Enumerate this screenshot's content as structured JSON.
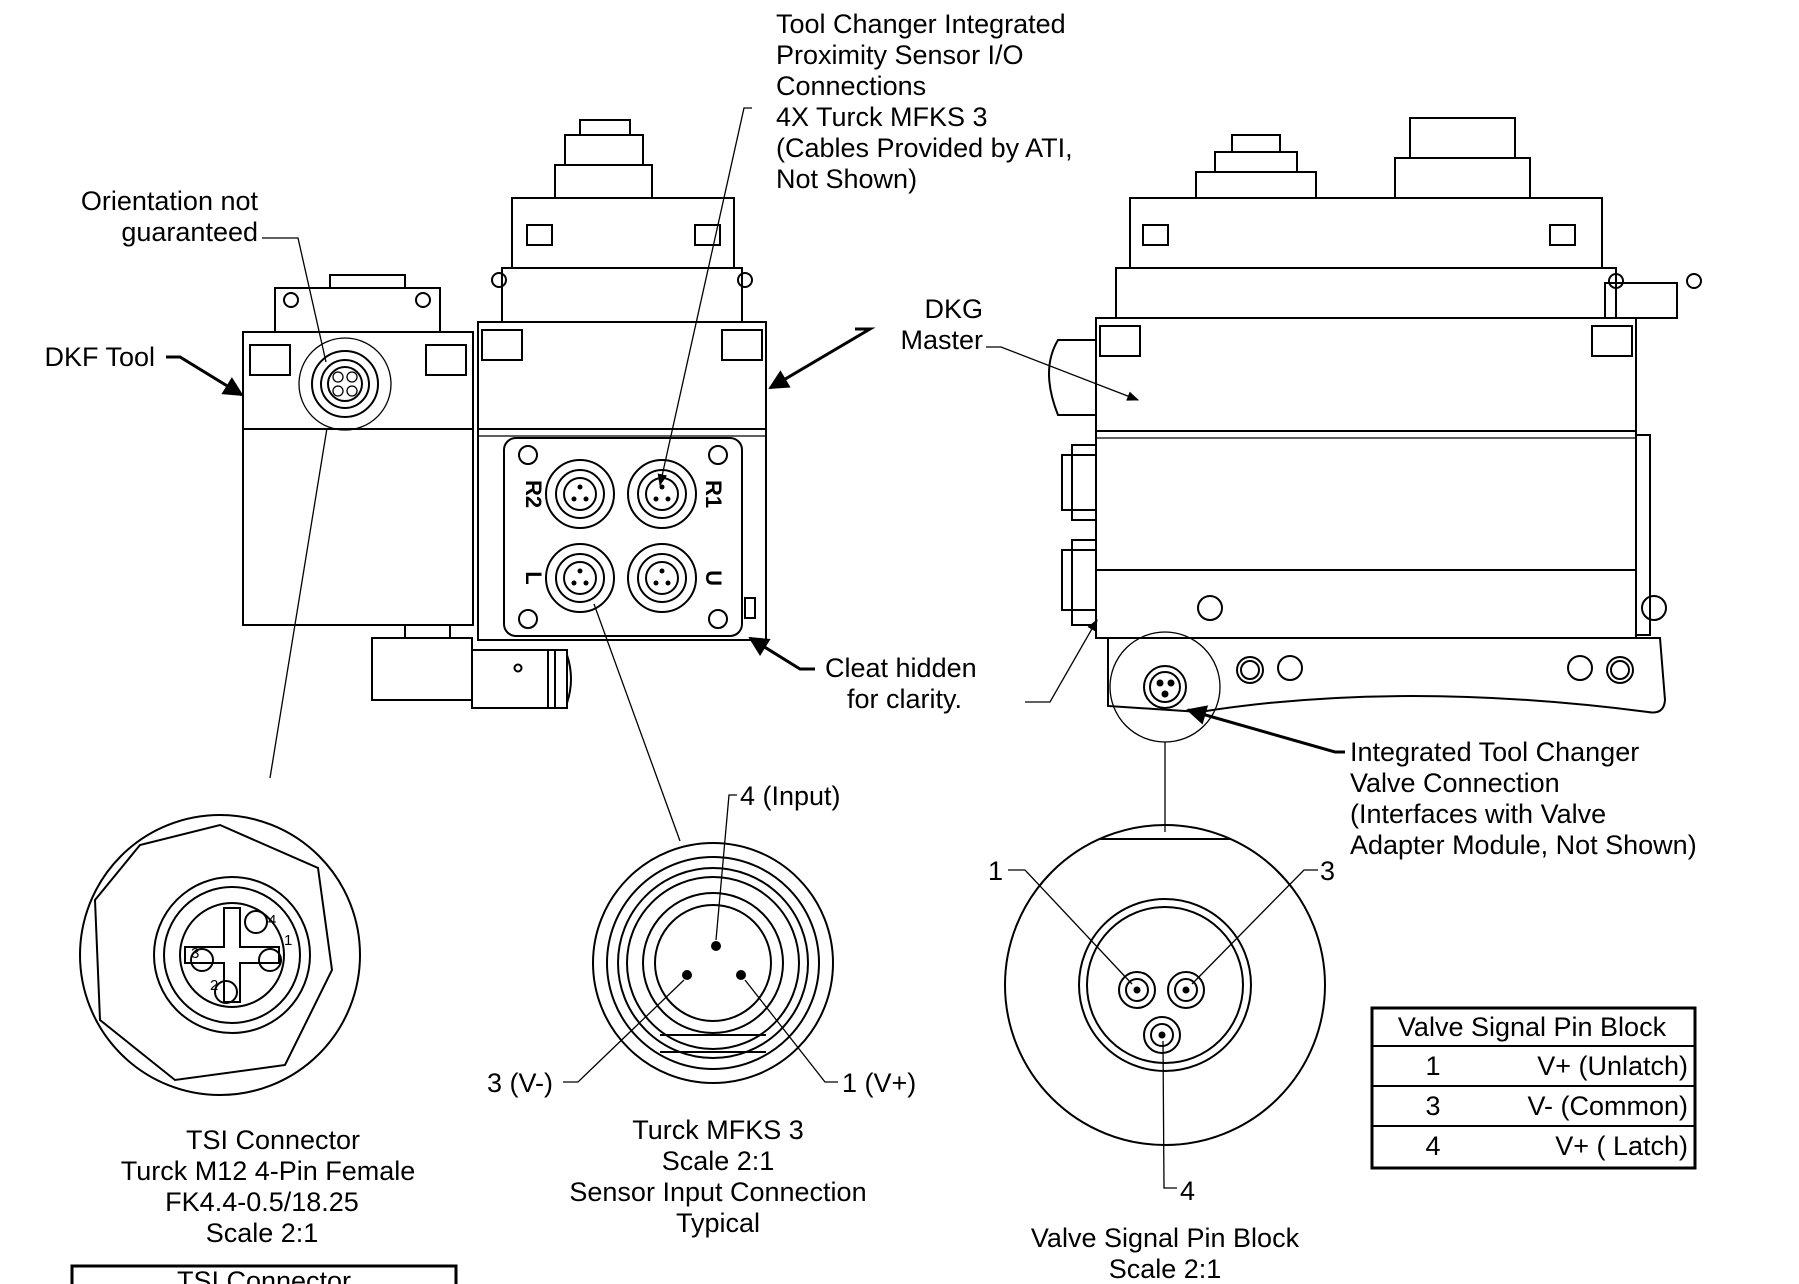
{
  "callouts": {
    "tool_changer_prox": [
      "Tool Changer Integrated",
      "Proximity Sensor I/O",
      "Connections",
      "4X Turck MFKS 3",
      "(Cables Provided by ATI,",
      "Not Shown)"
    ],
    "orientation": [
      "Orientation not",
      "guaranteed"
    ],
    "dkf_tool": "DKF Tool",
    "dkg_master": [
      "DKG",
      "Master"
    ],
    "cleat": [
      "Cleat hidden",
      "for clarity."
    ],
    "valve_connection": [
      "Integrated Tool Changer",
      "Valve Connection",
      "(Interfaces with Valve",
      "Adapter Module, Not Shown)"
    ]
  },
  "port_labels": {
    "r1": "R1",
    "r2": "R2",
    "l": "L",
    "u": "U"
  },
  "tsi_detail": {
    "caption": [
      "TSI Connector",
      "Turck M12 4-Pin Female",
      "FK4.4-0.5/18.25",
      "Scale 2:1"
    ],
    "pins": [
      "1",
      "2",
      "3",
      "4"
    ],
    "table_header": "TSI Connector"
  },
  "mfks_detail": {
    "pin_labels": {
      "input": "4 (Input)",
      "vminus": "3 (V-)",
      "vplus": "1 (V+)"
    },
    "caption": [
      "Turck MFKS 3",
      "Scale 2:1",
      "Sensor Input Connection",
      "Typical"
    ]
  },
  "valve_detail": {
    "pin_labels": {
      "p1": "1",
      "p3": "3",
      "p4": "4"
    },
    "caption": [
      "Valve Signal Pin Block",
      "Scale 2:1"
    ]
  },
  "valve_table": {
    "title": "Valve Signal Pin Block",
    "rows": [
      {
        "pin": "1",
        "function": "V+ (Unlatch)"
      },
      {
        "pin": "3",
        "function": "V- (Common)"
      },
      {
        "pin": "4",
        "function": "V+ ( Latch)"
      }
    ]
  }
}
